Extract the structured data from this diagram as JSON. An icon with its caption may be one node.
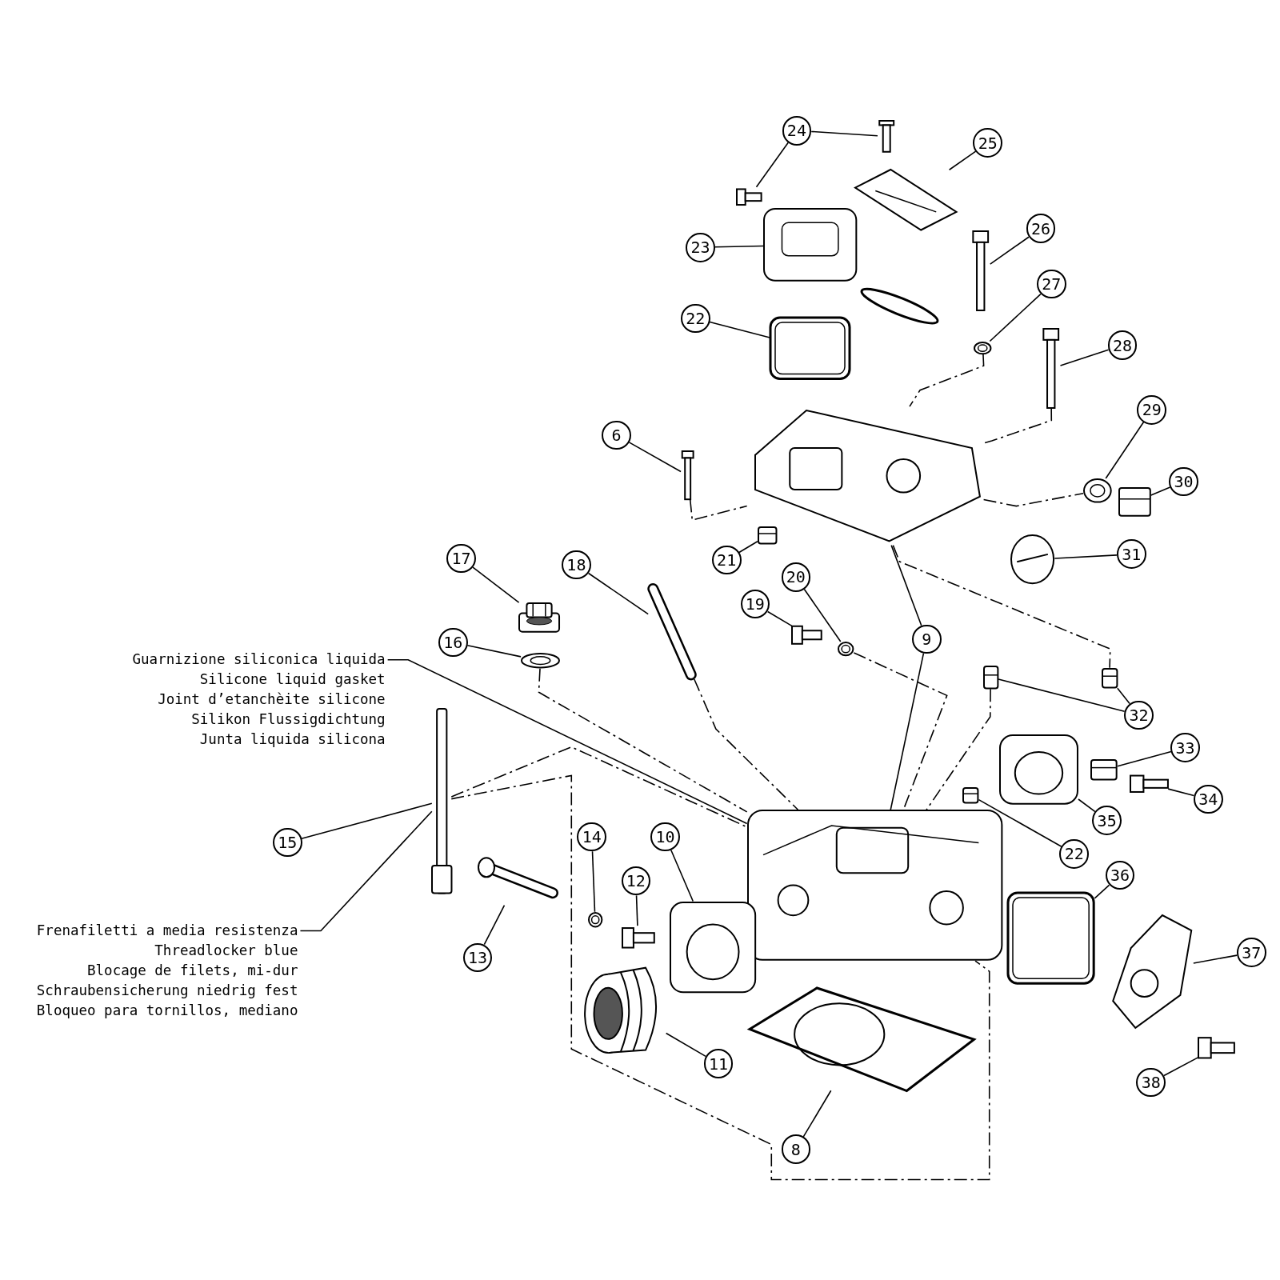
{
  "diagram": {
    "nodes": [
      {
        "text": [
          "24"
        ]
      },
      {
        "text": [],
        "shape": "picture"
      },
      {
        "text": [],
        "shape": "picture"
      },
      {
        "text": [
          "25"
        ]
      },
      {
        "text": [],
        "shape": "picture"
      },
      {
        "text": [
          "26"
        ]
      },
      {
        "text": [],
        "shape": "picture"
      },
      {
        "text": [
          "23"
        ]
      },
      {
        "text": [],
        "shape": "picture"
      },
      {
        "text": [
          "27"
        ]
      },
      {
        "text": [],
        "shape": "picture"
      },
      {
        "text": [
          "22"
        ]
      },
      {
        "text": [],
        "shape": "picture"
      },
      {
        "text": [
          "28"
        ]
      },
      {
        "text": [],
        "shape": "picture"
      },
      {
        "text": [
          "6"
        ]
      },
      {
        "text": [],
        "shape": "picture"
      },
      {
        "text": [
          "29"
        ]
      },
      {
        "text": [],
        "shape": "picture"
      },
      {
        "text": [
          "30"
        ]
      },
      {
        "text": [],
        "shape": "picture"
      },
      {
        "text": [
          "21"
        ]
      },
      {
        "text": [],
        "shape": "picture"
      },
      {
        "text": [
          "31"
        ]
      },
      {
        "text": [],
        "shape": "picture"
      },
      {
        "text": [
          "17"
        ]
      },
      {
        "text": [],
        "shape": "picture"
      },
      {
        "text": [
          "18"
        ]
      },
      {
        "text": [],
        "shape": "picture"
      },
      {
        "text": [
          "16"
        ]
      },
      {
        "text": [],
        "shape": "picture"
      },
      {
        "text": [
          "20"
        ]
      },
      {
        "text": [],
        "shape": "picture"
      },
      {
        "text": [
          "19"
        ]
      },
      {
        "text": [],
        "shape": "picture"
      },
      {
        "text": [
          "9"
        ]
      },
      {
        "text": [],
        "shape": "picture"
      },
      {
        "text": [],
        "shape": "picture"
      },
      {
        "text": [
          "32"
        ]
      },
      {
        "text": [],
        "shape": "picture"
      },
      {
        "text": [],
        "shape": "picture"
      },
      {
        "text": [
          "33"
        ]
      },
      {
        "text": [],
        "shape": "picture"
      },
      {
        "text": [
          "34"
        ]
      },
      {
        "text": [],
        "shape": "picture"
      },
      {
        "text": [
          "35"
        ]
      },
      {
        "text": [],
        "shape": "picture"
      },
      {
        "text": [
          "22"
        ]
      },
      {
        "text": [],
        "shape": "picture"
      },
      {
        "text": [
          "36"
        ]
      },
      {
        "text": [],
        "shape": "picture"
      },
      {
        "text": [
          "37"
        ]
      },
      {
        "text": [],
        "shape": "picture"
      },
      {
        "text": [
          "38"
        ]
      },
      {
        "text": [],
        "shape": "picture"
      },
      {
        "text": [
          "15"
        ]
      },
      {
        "text": [],
        "shape": "picture"
      },
      {
        "text": [
          "13"
        ]
      },
      {
        "text": [],
        "shape": "picture"
      },
      {
        "text": [
          "14"
        ]
      },
      {
        "text": [],
        "shape": "picture"
      },
      {
        "text": [
          "12"
        ]
      },
      {
        "text": [],
        "shape": "picture"
      },
      {
        "text": [
          "10"
        ]
      },
      {
        "text": [],
        "shape": "picture"
      },
      {
        "text": [
          "11"
        ]
      },
      {
        "text": [],
        "shape": "picture"
      },
      {
        "text": [
          "8"
        ]
      },
      {
        "text": [],
        "shape": "picture"
      },
      {
        "text": [
          "Guarnizione siliconica liquida",
          "Silicone liquid gasket",
          "Joint d’etanchèite silicone",
          "Silikon Flussigdichtung",
          "Junta liquida silicona"
        ]
      },
      {
        "text": [
          "Frenafiletti a media resistenza",
          "Threadlocker blue",
          "Blocage de filets, mi-dur",
          "Schraubensicherung niedrig fest",
          "Bloqueo para tornillos, mediano"
        ]
      }
    ],
    "edges": [
      {
        "from": 0,
        "to": 1,
        "arrow": "none"
      },
      {
        "from": 0,
        "to": 2,
        "arrow": "none"
      },
      {
        "from": 3,
        "to": 4,
        "arrow": "none"
      },
      {
        "from": 5,
        "to": 6,
        "arrow": "none"
      },
      {
        "from": 7,
        "to": 8,
        "arrow": "none"
      },
      {
        "from": 9,
        "to": 10,
        "arrow": "none"
      },
      {
        "from": 11,
        "to": 12,
        "arrow": "none"
      },
      {
        "from": 13,
        "to": 14,
        "arrow": "none"
      },
      {
        "from": 15,
        "to": 16,
        "arrow": "none"
      },
      {
        "from": 17,
        "to": 18,
        "arrow": "none"
      },
      {
        "from": 19,
        "to": 20,
        "arrow": "none"
      },
      {
        "from": 21,
        "to": 22,
        "arrow": "none"
      },
      {
        "from": 23,
        "to": 24,
        "arrow": "none"
      },
      {
        "from": 25,
        "to": 26,
        "arrow": "none"
      },
      {
        "from": 27,
        "to": 28,
        "arrow": "none"
      },
      {
        "from": 29,
        "to": 30,
        "arrow": "none"
      },
      {
        "from": 31,
        "to": 32,
        "arrow": "none"
      },
      {
        "from": 33,
        "to": 34,
        "arrow": "none"
      },
      {
        "from": 35,
        "to": 36,
        "arrow": "none"
      },
      {
        "from": 35,
        "to": 37,
        "arrow": "none"
      },
      {
        "from": 38,
        "to": 39,
        "arrow": "none"
      },
      {
        "from": 38,
        "to": 40,
        "arrow": "none"
      },
      {
        "from": 41,
        "to": 42,
        "arrow": "none"
      },
      {
        "from": 43,
        "to": 44,
        "arrow": "none"
      },
      {
        "from": 45,
        "to": 46,
        "arrow": "none"
      },
      {
        "from": 47,
        "to": 48,
        "arrow": "none"
      },
      {
        "from": 49,
        "to": 50,
        "arrow": "none"
      },
      {
        "from": 51,
        "to": 52,
        "arrow": "none"
      },
      {
        "from": 53,
        "to": 54,
        "arrow": "none"
      },
      {
        "from": 55,
        "to": 56,
        "arrow": "none"
      },
      {
        "from": 57,
        "to": 58,
        "arrow": "none"
      },
      {
        "from": 59,
        "to": 60,
        "arrow": "none"
      },
      {
        "from": 61,
        "to": 62,
        "arrow": "none"
      },
      {
        "from": 63,
        "to": 64,
        "arrow": "none"
      },
      {
        "from": 65,
        "to": 66,
        "arrow": "none"
      },
      {
        "from": 67,
        "to": 68,
        "arrow": "none"
      },
      {
        "from": 69,
        "to": 37,
        "arrow": "none"
      },
      {
        "from": 70,
        "to": 56,
        "arrow": "none"
      },
      {
        "from": 10,
        "to": 36,
        "arrow": "none",
        "style": "dashed"
      },
      {
        "from": 14,
        "to": 36,
        "arrow": "none",
        "style": "dashed"
      },
      {
        "from": 36,
        "to": 18,
        "arrow": "none",
        "style": "dashed"
      },
      {
        "from": 36,
        "to": 40,
        "arrow": "none",
        "style": "dashed"
      },
      {
        "from": 16,
        "to": 36,
        "arrow": "none",
        "style": "dashed"
      },
      {
        "from": 30,
        "to": 37,
        "arrow": "none",
        "style": "dashed"
      },
      {
        "from": 32,
        "to": 37,
        "arrow": "none",
        "style": "dashed"
      },
      {
        "from": 28,
        "to": 37,
        "arrow": "none",
        "style": "dashed"
      },
      {
        "from": 39,
        "to": 37,
        "arrow": "none",
        "style": "dashed"
      },
      {
        "from": 56,
        "to": 37,
        "arrow": "none",
        "style": "dashed"
      },
      {
        "from": 56,
        "to": 37,
        "arrow": "none",
        "style": "dashed"
      }
    ]
  }
}
